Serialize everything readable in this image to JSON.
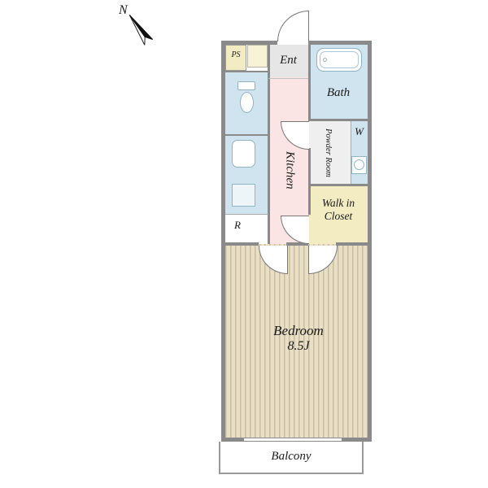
{
  "compass": {
    "north_label": "N"
  },
  "rooms": {
    "ps": "PS",
    "ent": "Ent",
    "bath": "Bath",
    "washer": "W",
    "powder_room": "Powder Room",
    "walk_in_closet": "Walk in Closet",
    "kitchen": "Kitchen",
    "refrigerator": "R",
    "bedroom_name": "Bedroom",
    "bedroom_size": "8.5J",
    "balcony": "Balcony"
  },
  "colors": {
    "wall": "#8a8a8a",
    "wet_area": "#cfe4ee",
    "kitchen": "#fbe4e4",
    "storage": "#f3ecc3",
    "entrance": "#e6e6e6",
    "wood_light": "#e8dfc6",
    "wood_stripe": "#cbbd9c"
  }
}
